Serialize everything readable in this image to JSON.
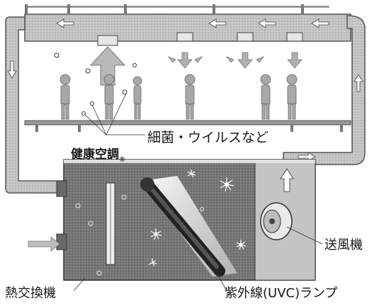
{
  "labels": {
    "bacteria_virus": "細菌・ウイルスなど",
    "brand": "健康空調",
    "registered_mark": "®",
    "heat_exchanger": "熱交換機",
    "uvc_lamp": "紫外線(UVC)ランプ",
    "fan": "送風機"
  },
  "icons": [
    "arrow-left-icon",
    "arrow-down-icon",
    "arrow-up-icon",
    "arrow-right-icon",
    "person-icon",
    "uv-lamp-icon",
    "fan-icon",
    "germ-icon"
  ]
}
